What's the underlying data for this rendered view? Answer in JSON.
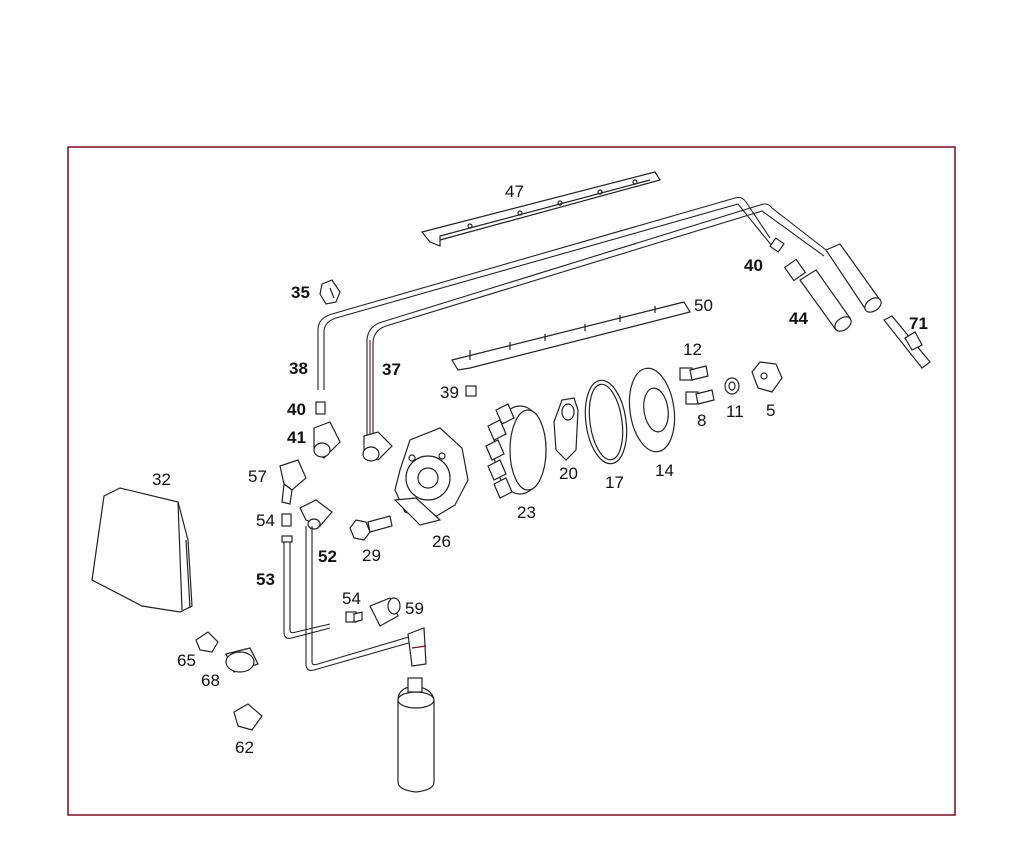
{
  "frame_color": "#7a0d1f",
  "accent_color": "#c4162a",
  "callouts": [
    {
      "id": "47",
      "text": "47",
      "bold": false
    },
    {
      "id": "50",
      "text": "50",
      "bold": false
    },
    {
      "id": "35",
      "text": "35",
      "bold": true
    },
    {
      "id": "38",
      "text": "38",
      "bold": true
    },
    {
      "id": "37",
      "text": "37",
      "bold": true
    },
    {
      "id": "40a",
      "text": "40",
      "bold": true
    },
    {
      "id": "41",
      "text": "41",
      "bold": true
    },
    {
      "id": "40b",
      "text": "40",
      "bold": true
    },
    {
      "id": "44",
      "text": "44",
      "bold": true
    },
    {
      "id": "71",
      "text": "71",
      "bold": true
    },
    {
      "id": "39",
      "text": "39",
      "bold": false
    },
    {
      "id": "12",
      "text": "12",
      "bold": false
    },
    {
      "id": "8",
      "text": "8",
      "bold": false
    },
    {
      "id": "11",
      "text": "11",
      "bold": false
    },
    {
      "id": "5",
      "text": "5",
      "bold": false
    },
    {
      "id": "14",
      "text": "14",
      "bold": false
    },
    {
      "id": "17",
      "text": "17",
      "bold": false
    },
    {
      "id": "20",
      "text": "20",
      "bold": false
    },
    {
      "id": "23",
      "text": "23",
      "bold": false
    },
    {
      "id": "26",
      "text": "26",
      "bold": false
    },
    {
      "id": "29",
      "text": "29",
      "bold": false
    },
    {
      "id": "32",
      "text": "32",
      "bold": false
    },
    {
      "id": "57",
      "text": "57",
      "bold": false
    },
    {
      "id": "54a",
      "text": "54",
      "bold": false
    },
    {
      "id": "52",
      "text": "52",
      "bold": true
    },
    {
      "id": "53",
      "text": "53",
      "bold": true
    },
    {
      "id": "54b",
      "text": "54",
      "bold": false
    },
    {
      "id": "59",
      "text": "59",
      "bold": false
    },
    {
      "id": "65",
      "text": "65",
      "bold": false
    },
    {
      "id": "68",
      "text": "68",
      "bold": false
    },
    {
      "id": "62",
      "text": "62",
      "bold": false
    }
  ]
}
